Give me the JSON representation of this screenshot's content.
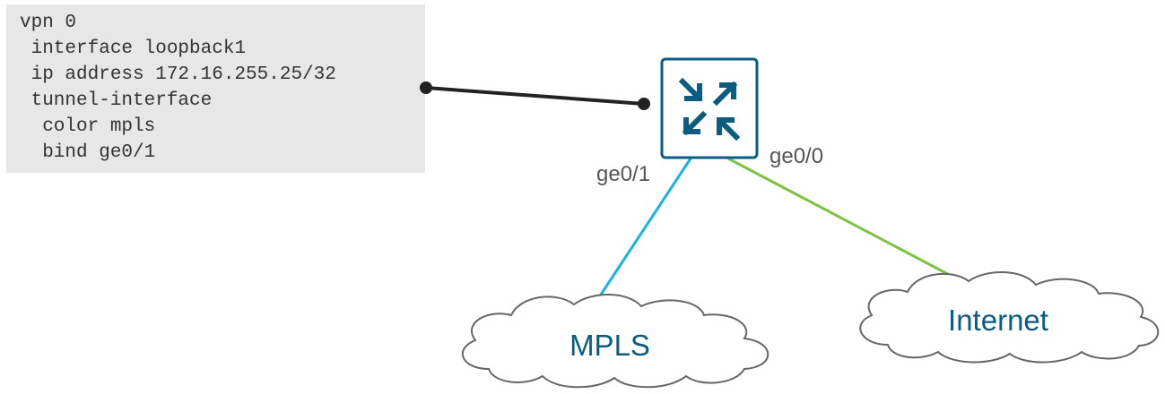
{
  "config": {
    "lines": [
      "vpn 0",
      " interface loopback1",
      " ip address 172.16.255.25/32",
      " tunnel-interface",
      "  color mpls",
      "  bind ge0/1"
    ]
  },
  "router": {
    "icon": "router-arrows-icon",
    "color": "#0b5c80"
  },
  "links": {
    "mpls_interface": "ge0/1",
    "internet_interface": "ge0/0",
    "mpls_color": "#1ab3df",
    "internet_color": "#7dc243"
  },
  "clouds": {
    "mpls": "MPLS",
    "internet": "Internet"
  }
}
